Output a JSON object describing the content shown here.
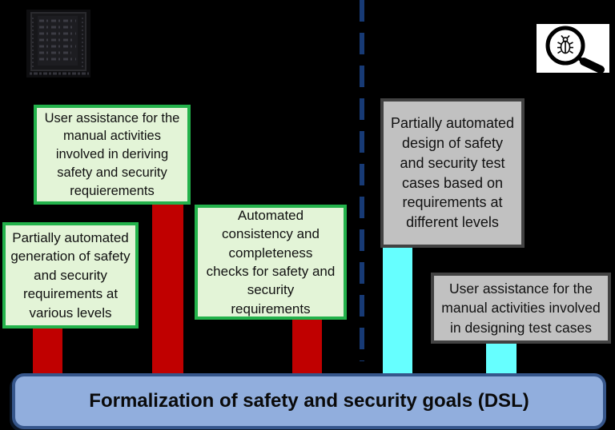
{
  "diagram": {
    "background_color": "#000000",
    "left_icon": "document-screenshot-thumbnail",
    "right_icon": "magnifying-glass-with-bug",
    "divider_color": "#173a75",
    "left_group": {
      "stem_color": "#c00000",
      "box_fill": "#e3f4d7",
      "box_border": "#23b24b",
      "boxes": [
        {
          "text": "User assistance for the manual activities involved in deriving safety and security requierements"
        },
        {
          "text": "Partially automated generation of safety and security requirements at various levels"
        },
        {
          "text": "Automated consistency and completeness checks for safety and security requirements"
        }
      ]
    },
    "right_group": {
      "stem_color": "#66ffff",
      "box_fill": "#c1c1c1",
      "box_border": "#424242",
      "boxes": [
        {
          "text": "Partially automated design of safety and security test cases based on requirements at different levels"
        },
        {
          "text": "User assistance for the manual activities involved in designing test cases"
        }
      ]
    },
    "base_bar": {
      "label": "Formalization of safety and security goals (DSL)",
      "fill": "#91aedd",
      "border": "#36568b"
    }
  }
}
